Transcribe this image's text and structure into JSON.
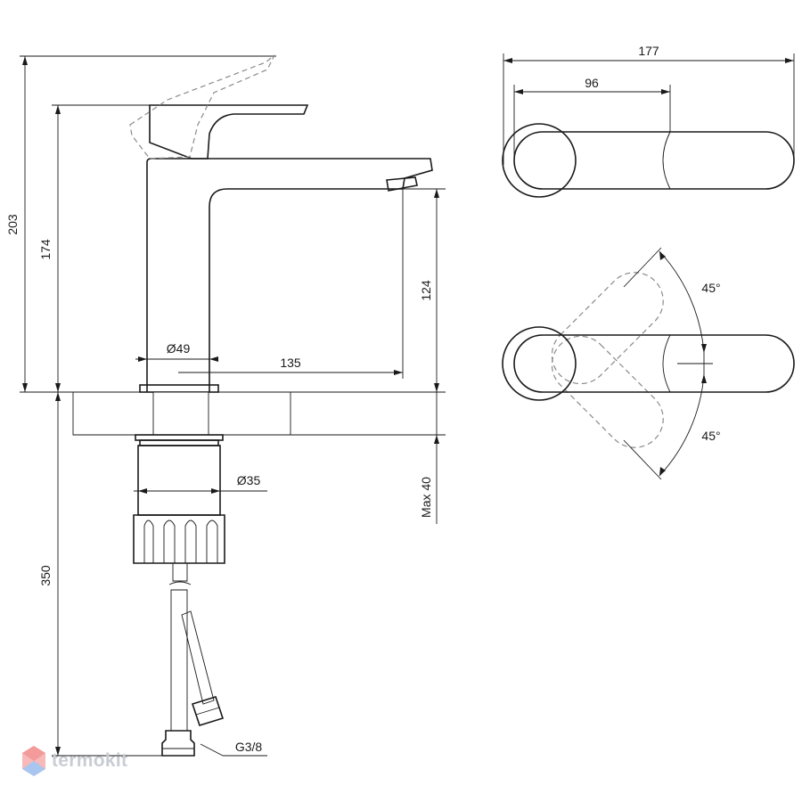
{
  "dimensions": {
    "total_height": "203",
    "lever_height": "174",
    "spout_height": "124",
    "body_diameter": "Ø49",
    "spout_reach": "135",
    "shank_diameter": "Ø35",
    "max_thickness": "Max 40",
    "hose_length": "350",
    "thread": "G3/8",
    "top_length": "177",
    "top_lever": "96",
    "angle_up": "45°",
    "angle_down": "45°"
  },
  "watermark": {
    "text": "termokit"
  },
  "colors": {
    "line": "#1a1a1a",
    "dashed": "#8a8a8a",
    "watermark": "#c9cdd3"
  }
}
